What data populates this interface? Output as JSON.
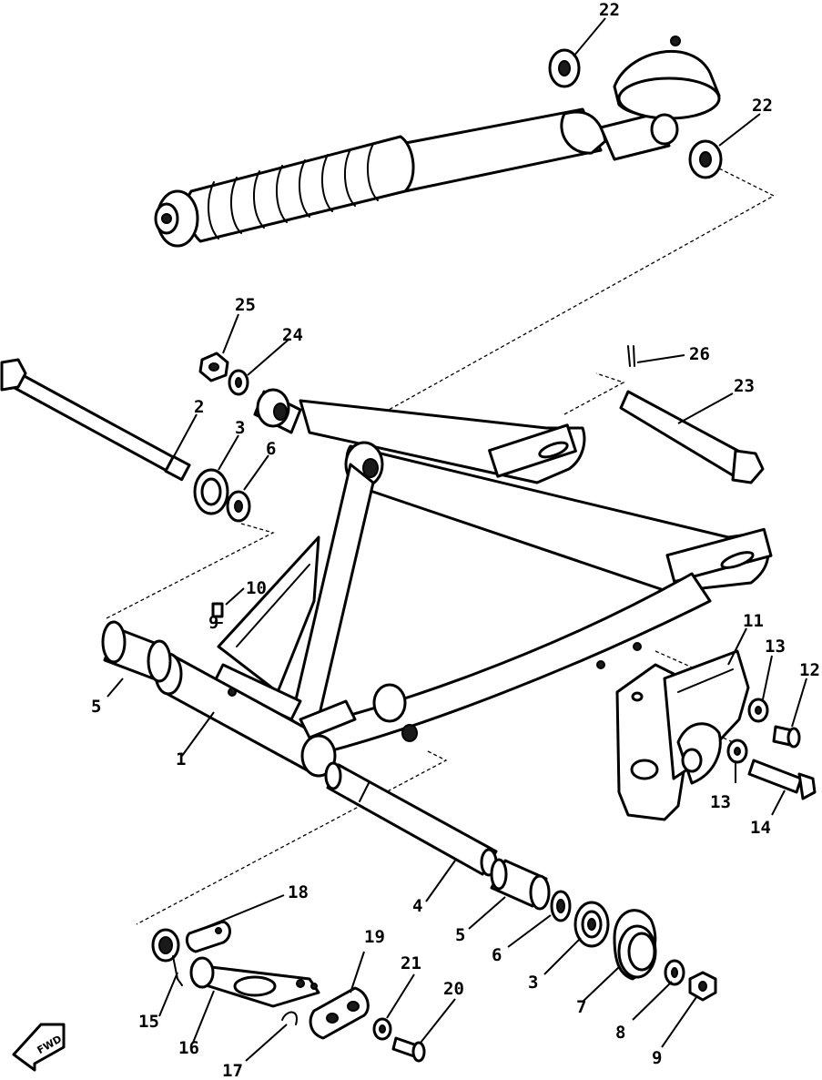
{
  "fwd_marker": "FWD",
  "callouts": [
    "22",
    "22",
    "25",
    "24",
    "26",
    "23",
    "2",
    "3",
    "6",
    "10",
    "9",
    "5",
    "1",
    "11",
    "13",
    "12",
    "13",
    "14",
    "4",
    "18",
    "19",
    "21",
    "20",
    "15",
    "16",
    "17",
    "5",
    "6",
    "3",
    "7",
    "8",
    "9"
  ]
}
